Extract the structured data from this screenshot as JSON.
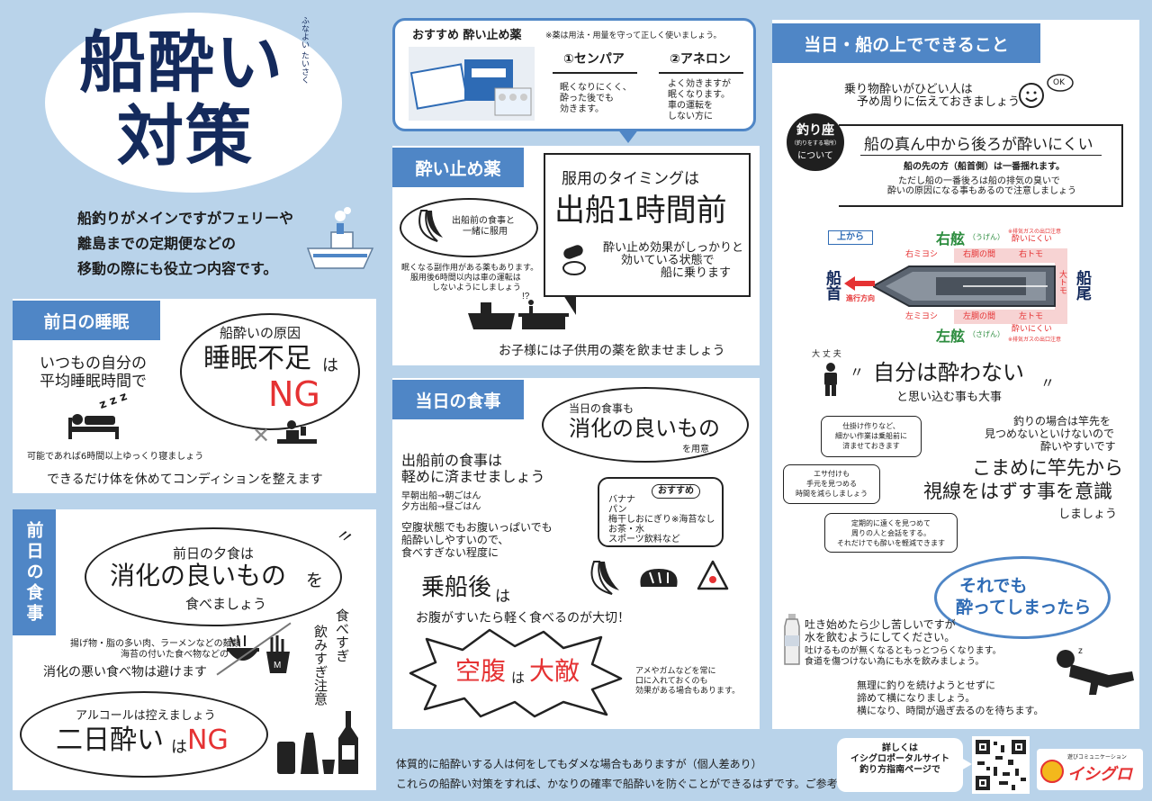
{
  "title": {
    "line1": "船酔い",
    "line2": "対策",
    "ruby": "ふなよい たいさく",
    "intro1": "船釣りがメインですがフェリーや",
    "intro2": "離島までの定期便などの",
    "intro3": "移動の際にも役立つ内容です。"
  },
  "sleep": {
    "header": "前日の睡眠",
    "text1": "いつもの自分の",
    "text2": "平均睡眠時間で",
    "zzz": "z z z",
    "cause": "船酔いの原因",
    "big": "睡眠不足",
    "wa": "は",
    "ng": "NG",
    "note": "可能であれば6時間以上ゆっくり寝ましょう",
    "bottom": "できるだけ体を休めてコンディションを整えます"
  },
  "meal_prev": {
    "header": "前日の食事",
    "label": "前日の夕食は",
    "big": "消化の良いもの",
    "wo": "を",
    "eat": "食べましょう",
    "note1": "揚げ物・脂の多い肉、ラーメンなどの麺類",
    "note2": "海苔の付いた食べ物などの",
    "avoid": "消化の悪い食べ物は避けます",
    "vertical1": "食べすぎ",
    "vertical2": "飲みすぎ注意",
    "alcohol": "アルコールは控えましょう",
    "hangover": "二日酔い",
    "ha": "は",
    "ng": "NG"
  },
  "medicine_box": {
    "title": "おすすめ 酔い止め薬",
    "note": "※薬は用法・用量を守って正しく使いましょう。",
    "item1_name": "①センパア",
    "item1_desc1": "眠くなりにくく、",
    "item1_desc2": "酔った後でも",
    "item1_desc3": "効きます。",
    "item2_name": "②アネロン",
    "item2_desc1": "よく効きますが",
    "item2_desc2": "眠くなります。",
    "item2_desc3": "車の運転を",
    "item2_desc4": "しない方に"
  },
  "medicine": {
    "header": "酔い止め薬",
    "banana1": "出船前の食事と",
    "banana2": "一緒に服用",
    "timing": "服用のタイミングは",
    "big": "出船1時間前",
    "effect1": "酔い止め効果がしっかりと",
    "effect2": "効いている状態で",
    "effect3": "船に乗ります",
    "note1": "眠くなる副作用がある薬もあります。",
    "note2": "服用後6時間以内は車の運転は",
    "note3": "しないようにしましょう",
    "kids": "お子様には子供用の薬を飲ませましょう"
  },
  "meal_day": {
    "header": "当日の食事",
    "bubble1": "当日の食事も",
    "bubble2": "消化の良いもの",
    "bubble3": "を用意",
    "light1": "出船前の食事は",
    "light2": "軽めに済ませましょう",
    "morning": "早朝出船→朝ごはん",
    "evening": "夕方出船→昼ごはん",
    "empty1": "空腹状態でもお腹いっぱいでも",
    "empty2": "船酔いしやすいので、",
    "empty3": "食べすぎない程度に",
    "rec_title": "おすすめ",
    "rec1": "バナナ",
    "rec2": "パン",
    "rec3": "梅干しおにぎり※海苔なし",
    "rec4": "お茶・水",
    "rec5": "スポーツ飲料など",
    "after_big": "乗船後",
    "after_ha": "は",
    "after": "お腹がすいたら軽く食べるのが大切！",
    "hunger1": "空腹",
    "hunger_ha": "は",
    "hunger2": "大敵",
    "candy1": "アメやガムなどを常に",
    "candy2": "口に入れておくのも",
    "candy3": "効果がある場合もあります。"
  },
  "onboard": {
    "header": "当日・船の上でできること",
    "tell1": "乗り物酔いがひどい人は",
    "tell2": "予め周りに伝えておきましょう",
    "ok": "OK",
    "seat": "釣り座",
    "seat_sub": "（釣りをする場所）",
    "seat_about": "について",
    "seat_big": "船の真ん中から後ろが酔いにくい",
    "seat_bold": "船の先の方（船首側）は一番揺れます。",
    "seat_note1": "ただし船の一番後ろは船の排気の臭いで",
    "seat_note2": "酔いの原因になる事もあるので注意しましょう",
    "from_top": "上から",
    "starboard": "右舷",
    "starboard_ruby": "（うげん）",
    "port": "左舷",
    "port_ruby": "（さげん）",
    "exhaust": "※排気ガスの出口注意",
    "hard": "酔いにくい",
    "bow": "船首",
    "stern": "船尾",
    "direction": "進行方向",
    "r_miyoshi": "右ミヨシ",
    "r_mid": "右胴の間",
    "r_tomo": "右トモ",
    "l_miyoshi": "左ミヨシ",
    "l_mid": "左胴の間",
    "l_tomo": "左トモ",
    "otomo": "大トモ",
    "daijoubu": "大 丈 夫",
    "self_big": "自分は酔わない",
    "self_sub": "と思い込む事も大事",
    "tip1a": "仕掛け作りなど、",
    "tip1b": "細かい作業は乗船前に",
    "tip1c": "済ませておきます",
    "tip2a": "エサ付けも",
    "tip2b": "手元を見つめる",
    "tip2c": "時間を減らしましょう",
    "tip3a": "定期的に遠くを見つめて",
    "tip3b": "周りの人と会話をする。",
    "tip3c": "それだけでも酔いを軽減できます",
    "rod1": "釣りの場合は竿先を",
    "rod2": "見つめないといけないので",
    "rod3": "酔いやすいです",
    "rod_big1": "こまめに竿先から",
    "rod_big2": "視線をはずす事を意識",
    "rod_end": "しましょう",
    "still1": "それでも",
    "still2": "酔ってしまったら",
    "vomit1": "吐き始めたら少し苦しいですが",
    "vomit2": "水を飲むようにしてください。",
    "vomit3": "吐けるものが無くなるともっとつらくなります。",
    "vomit4": "食道を傷つけない為にも水を飲みましょう。",
    "rest1": "無理に釣りを続けようとせずに",
    "rest2": "諦めて横になりましょう。",
    "rest3": "横になり、時間が過ぎ去るのを待ちます。"
  },
  "footer": {
    "line1": "体質的に船酔いする人は何をしてもダメな場合もありますが（個人差あり）",
    "line2": "これらの船酔い対策をすれば、かなりの確率で船酔いを防ぐことができるはずです。ご参考にどうぞ。",
    "link1": "詳しくは",
    "link2": "イシグロポータルサイト",
    "link3": "釣り方指南ページで",
    "brand_sub": "遊びコミュニケーション",
    "brand": "イシグロ"
  },
  "colors": {
    "background": "#b9d3ea",
    "accent": "#4f86c6",
    "navy": "#142a5c",
    "red": "#e53233",
    "green": "#2c8c3e"
  }
}
